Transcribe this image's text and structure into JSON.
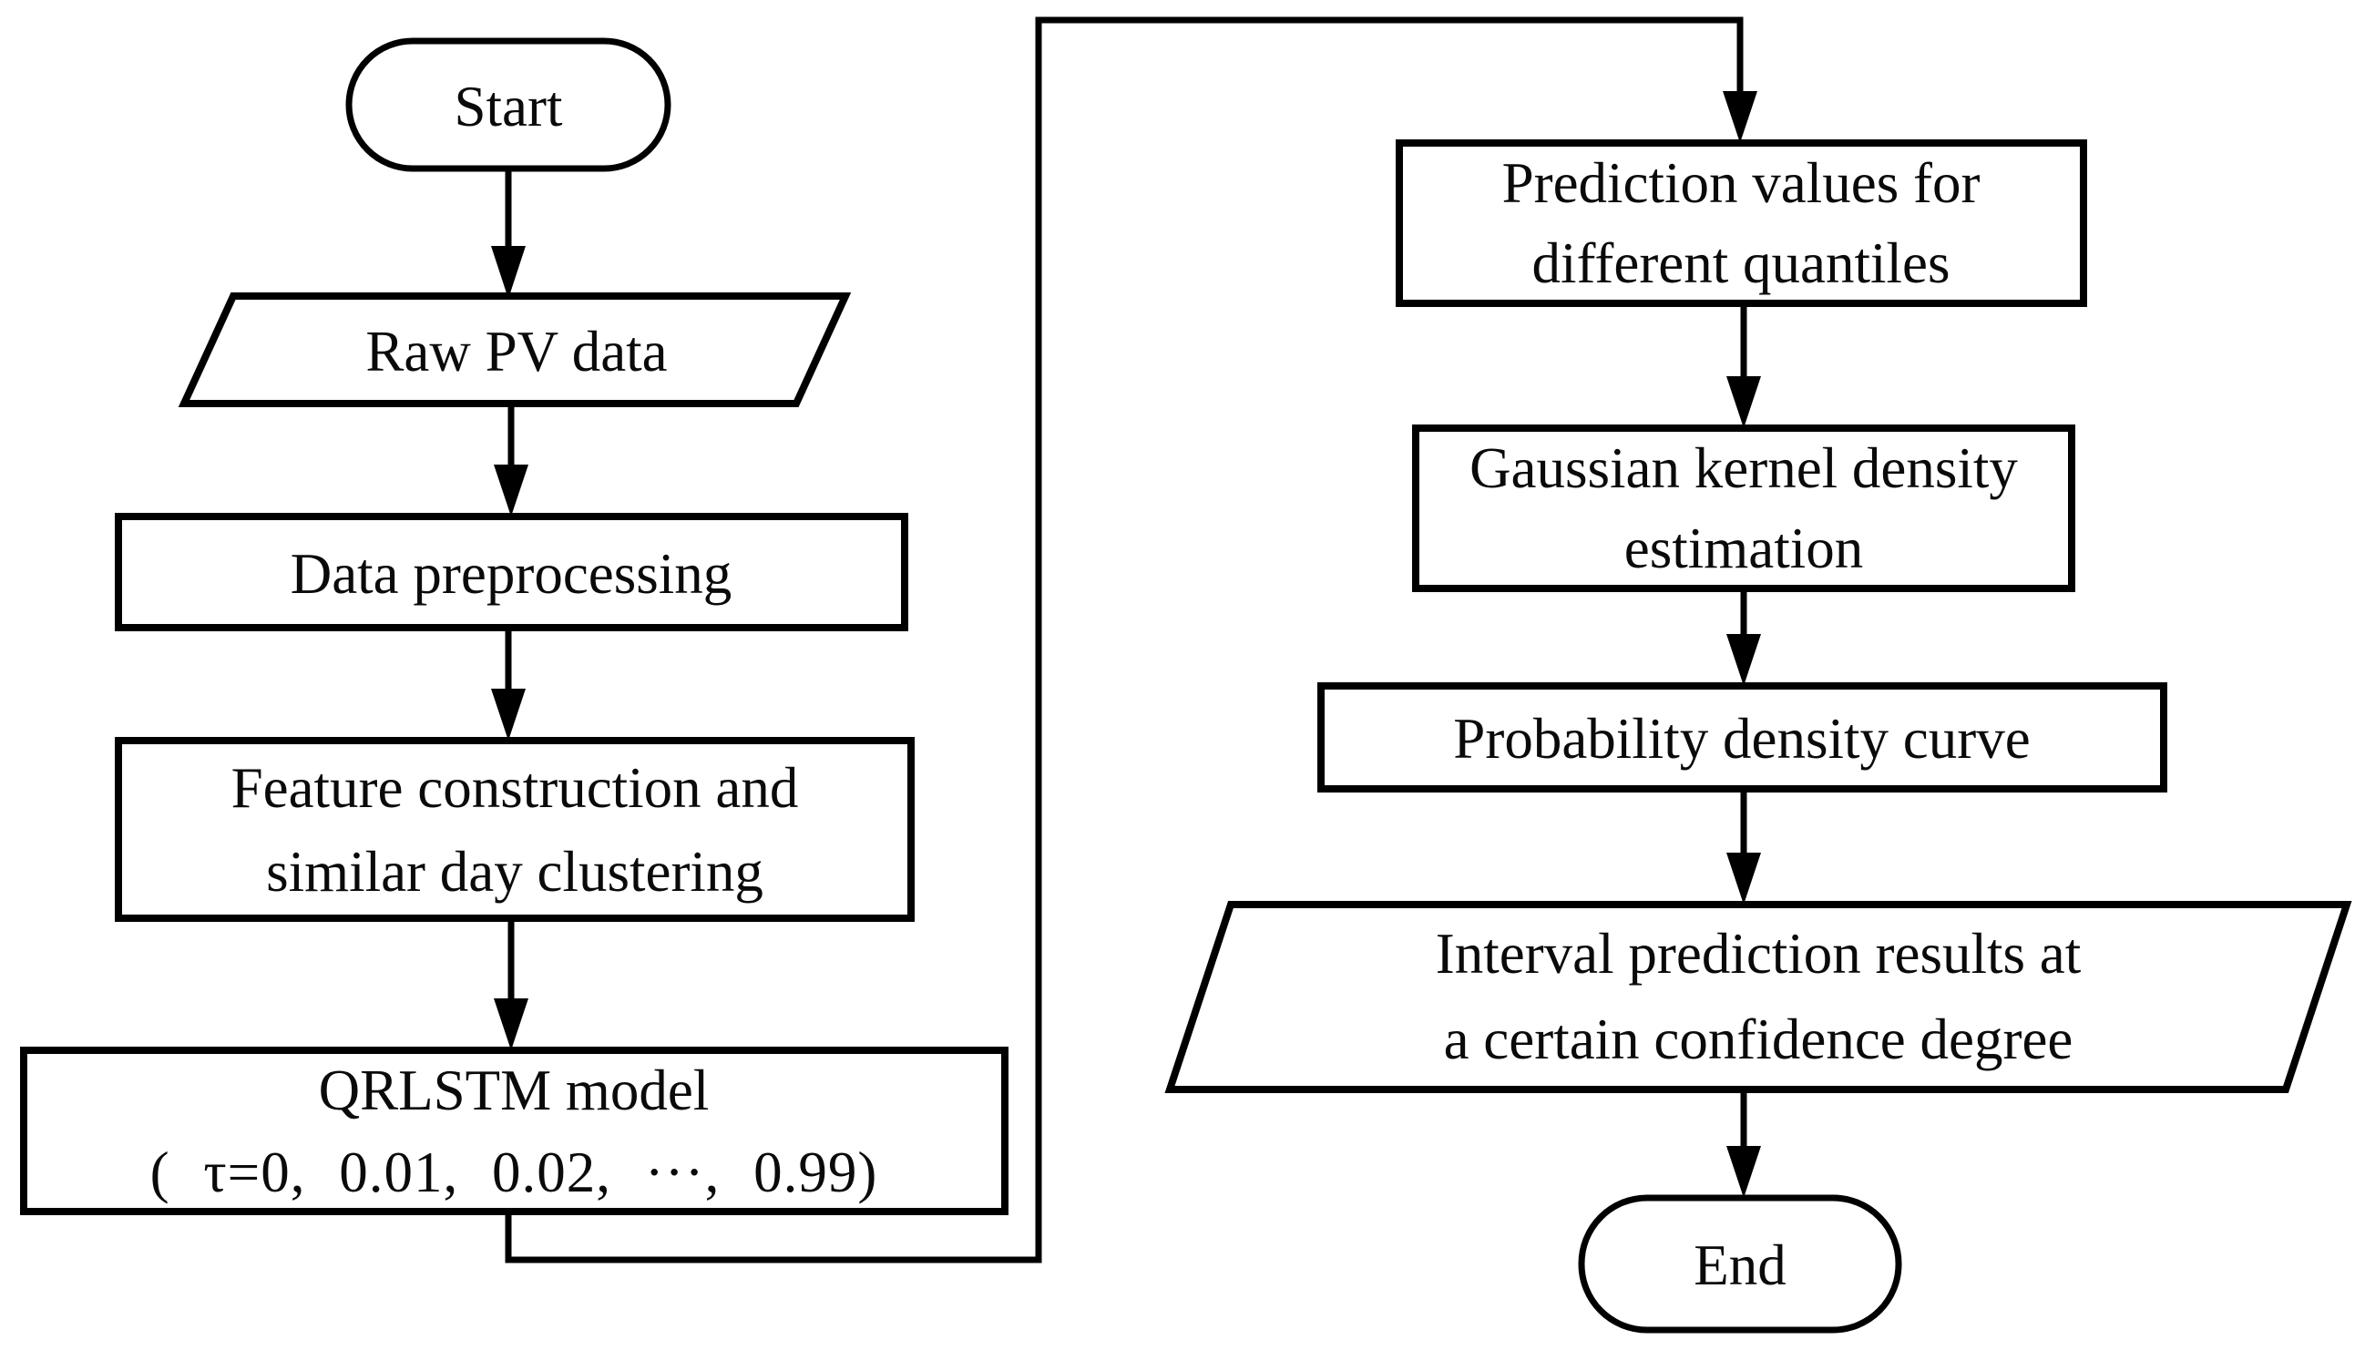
{
  "diagram": {
    "title": "QRLSTM probabilistic PV forecasting flowchart",
    "colors": {
      "background": "#ffffff",
      "line": "#000000",
      "text": "#0a0a0a",
      "secondary_arrow": "#3f3f3f"
    },
    "nodes": {
      "start": {
        "type": "terminator",
        "label": "Start"
      },
      "raw_pv": {
        "type": "data-parallelogram",
        "label": "Raw PV data"
      },
      "preprocess": {
        "type": "process",
        "label": "Data preprocessing"
      },
      "feature": {
        "type": "process",
        "lines": [
          "Feature construction and",
          "similar day clustering"
        ]
      },
      "qrlstm": {
        "type": "process",
        "lines": [
          "QRLSTM model",
          "( τ=0, 0.01, 0.02, ···, 0.99)"
        ]
      },
      "prediction": {
        "type": "process",
        "lines": [
          "Prediction values for",
          "different quantiles"
        ]
      },
      "gaussian": {
        "type": "process",
        "lines": [
          "Gaussian kernel density",
          "estimation"
        ]
      },
      "probability": {
        "type": "process",
        "label": "Probability density curve"
      },
      "interval": {
        "type": "data-parallelogram",
        "lines": [
          "Interval prediction results at",
          "a certain confidence degree"
        ]
      },
      "end": {
        "type": "terminator",
        "label": "End"
      }
    }
  }
}
